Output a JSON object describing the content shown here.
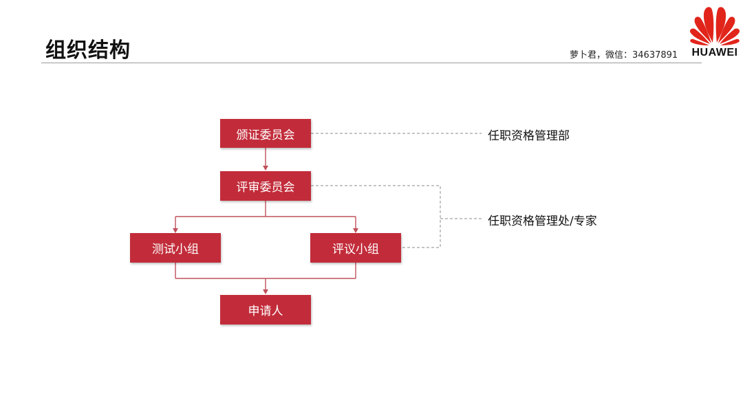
{
  "header": {
    "title": "组织结构",
    "contact": "萝卜君，微信：34637891"
  },
  "logo": {
    "wordmark": "HUAWEI",
    "color": "#e1251b"
  },
  "diagram": {
    "nodes": {
      "certification_committee": "颁证委员会",
      "review_committee": "评审委员会",
      "testing_group": "测试小组",
      "review_group": "评议小组",
      "applicant": "申请人"
    },
    "side_labels": {
      "qualification_management_dept": "任职资格管理部",
      "qualification_management_office": "任职资格管理处/专家"
    },
    "colors": {
      "node_fill": "#c22c3a",
      "solid_line": "#c0505a",
      "dashed_line": "#a0a0a0"
    }
  }
}
